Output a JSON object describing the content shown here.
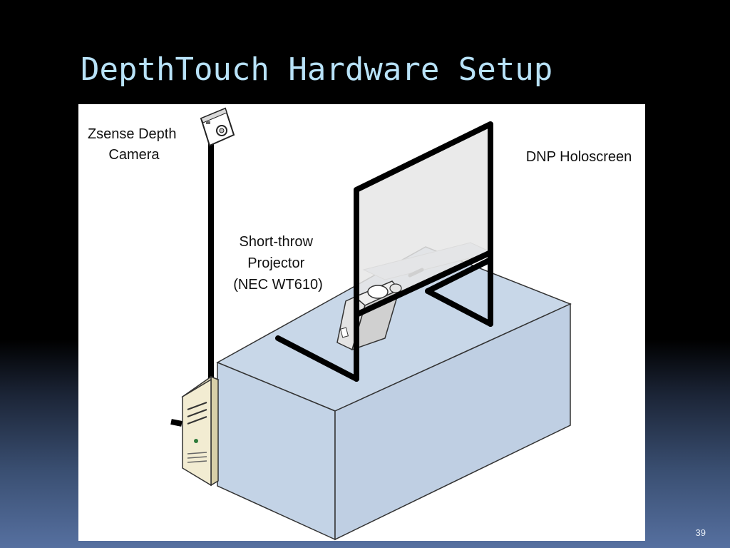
{
  "slide": {
    "title": "DepthTouch Hardware Setup",
    "page_number": "39"
  },
  "diagram": {
    "labels": {
      "camera_line1": "Zsense Depth",
      "camera_line2": "Camera",
      "holoscreen": "DNP Holoscreen",
      "projector_line1": "Short-throw",
      "projector_line2": "Projector",
      "projector_line3": "(NEC WT610)"
    },
    "colors": {
      "table_top": "#c8d7e8",
      "table_side": "#c3d3e6",
      "screen_fill": "#e6e6e6",
      "frame": "#000000",
      "pc_case": "#f2ecd2"
    }
  }
}
